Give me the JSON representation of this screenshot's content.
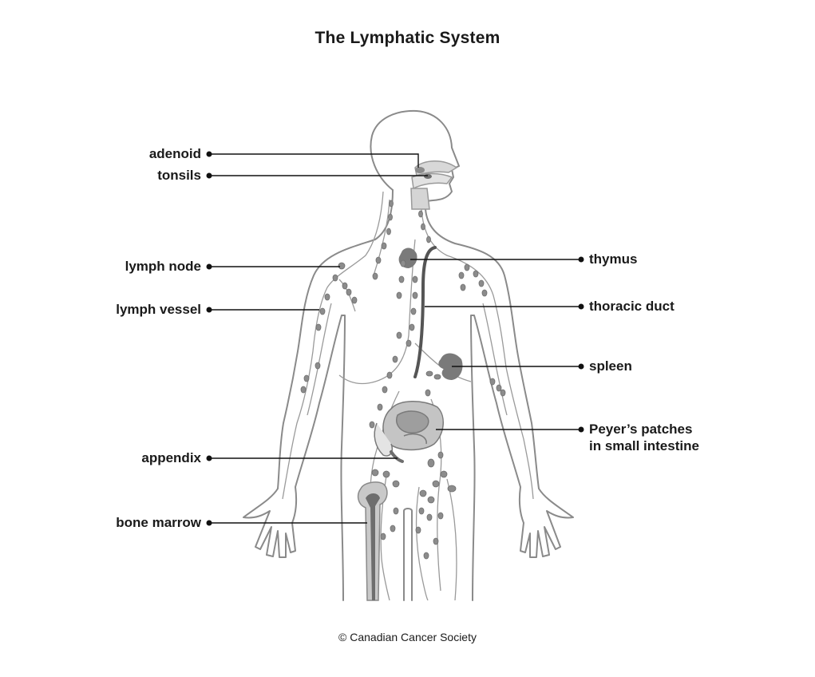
{
  "title": "The Lymphatic System",
  "credit": "© Canadian Cancer Society",
  "labels_left": {
    "adenoid": "adenoid",
    "tonsils": "tonsils",
    "lymph_node": "lymph node",
    "lymph_vessel": "lymph vessel",
    "appendix": "appendix",
    "bone_marrow": "bone marrow"
  },
  "labels_right": {
    "thymus": "thymus",
    "thoracic_duct": "thoracic duct",
    "spleen": "spleen",
    "peyers_line1": "Peyer’s patches",
    "peyers_line2": "in small intestine"
  },
  "colors": {
    "outline": "#8a8a8a",
    "organ": "#7a7a7a",
    "node": "#8c8c8c",
    "leader": "#111111",
    "light_fill": "#cfcfcf"
  }
}
